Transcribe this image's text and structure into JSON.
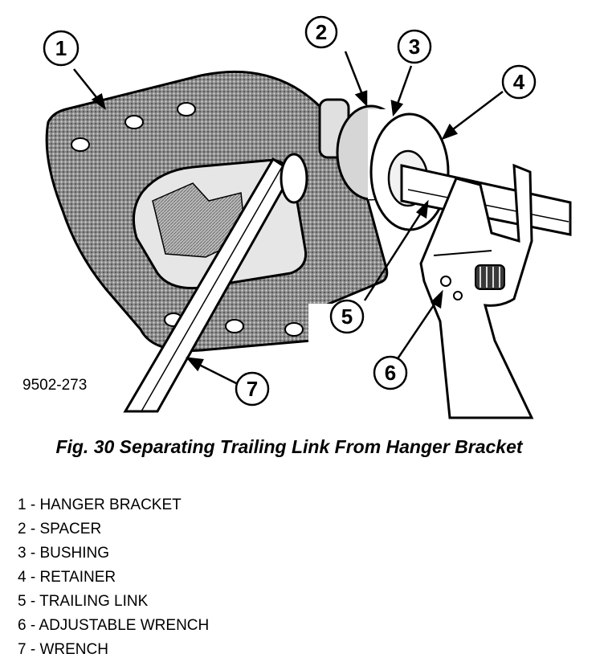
{
  "figure": {
    "id_label": "9502-273",
    "caption": "Fig. 30 Separating Trailing Link From Hanger Bracket"
  },
  "callouts": [
    "1",
    "2",
    "3",
    "4",
    "5",
    "6",
    "7"
  ],
  "legend": [
    "1 - HANGER BRACKET",
    "2 - SPACER",
    "3 - BUSHING",
    "4 - RETAINER",
    "5 - TRAILING LINK",
    "6 - ADJUSTABLE WRENCH",
    "7 - WRENCH"
  ]
}
